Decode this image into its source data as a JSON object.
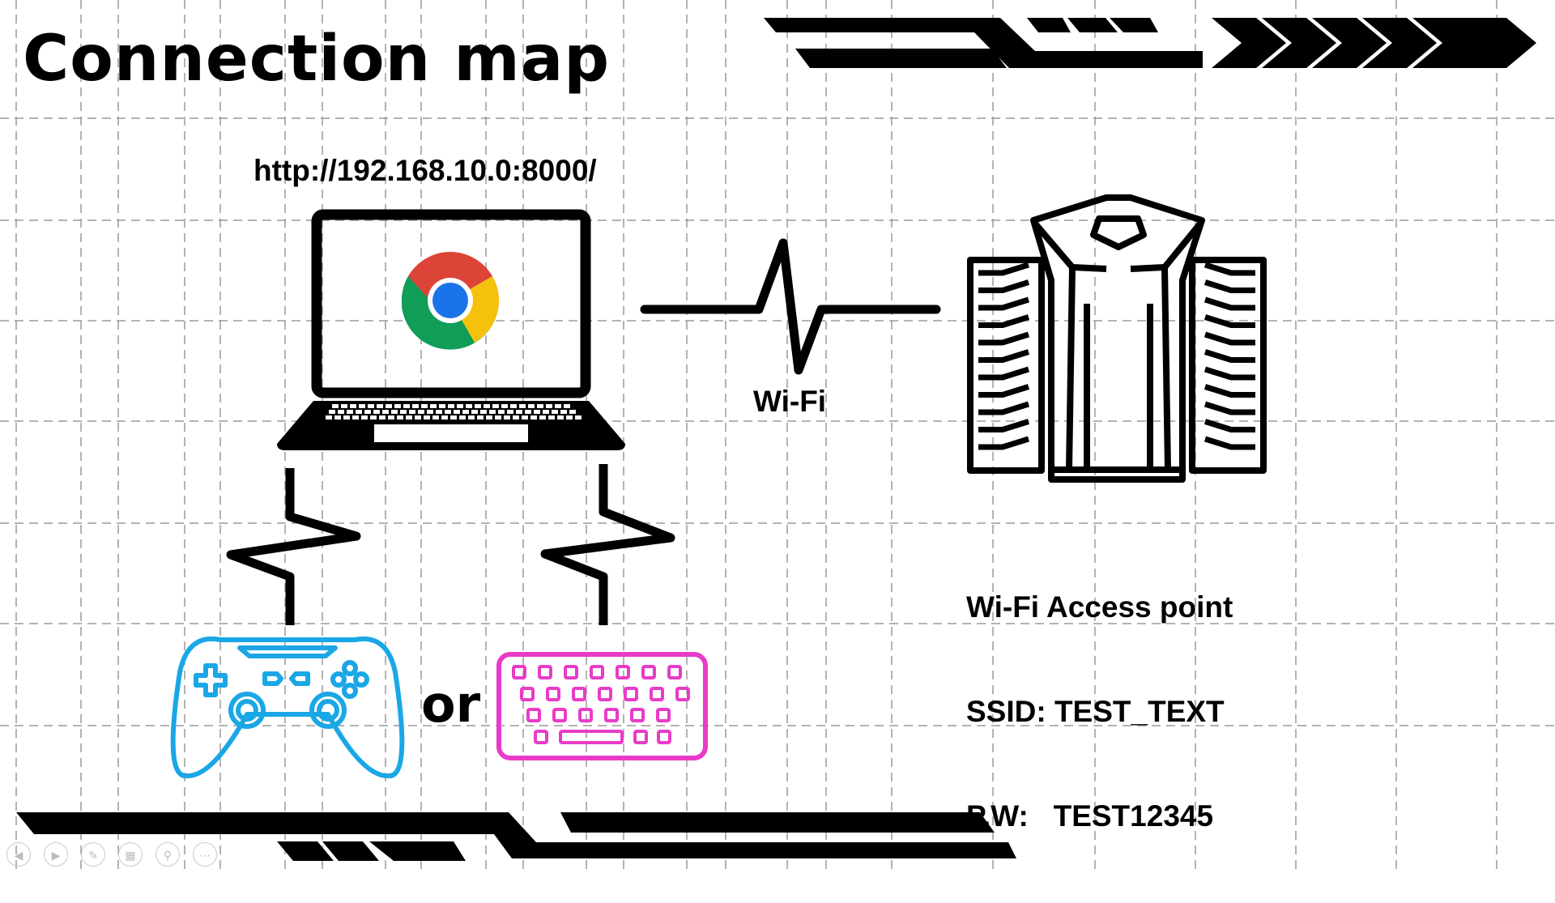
{
  "slide": {
    "title": "Connection map",
    "url": "http://192.168.10.0:8000/",
    "wifi_label": "Wi-Fi",
    "or_label": "or",
    "access_point": {
      "line1": "Wi-Fi Access point",
      "line2": "SSID: TEST_TEXT",
      "line3": "P.W:   TEST12345"
    }
  },
  "colors": {
    "ink": "#000000",
    "grid": "#9a9a9a",
    "gamepad": "#1aa7e6",
    "keyboard": "#e83cc8",
    "chrome_red": "#db4437",
    "chrome_yellow": "#f4c20d",
    "chrome_green": "#0f9d58",
    "chrome_blue": "#4285f4"
  },
  "icons": {
    "laptop": "laptop-icon",
    "browser": "chrome-icon",
    "access_point": "access-point-icon",
    "gamepad": "gamepad-icon",
    "keyboard": "keyboard-icon"
  },
  "slideshow_controls": [
    "previous-icon",
    "next-icon",
    "pen-icon",
    "slides-icon",
    "zoom-icon",
    "more-icon"
  ]
}
